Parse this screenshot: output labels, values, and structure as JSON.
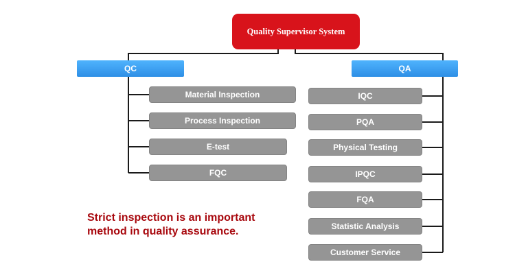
{
  "root": {
    "label": "Quality Supervisor System"
  },
  "qc": {
    "label": "QC",
    "items": [
      "Material Inspection",
      "Process Inspection",
      "E-test",
      "FQC"
    ]
  },
  "qa": {
    "label": "QA",
    "items": [
      "IQC",
      "PQA",
      "Physical Testing",
      "IPQC",
      "FQA",
      "Statistic Analysis",
      "Customer Service"
    ]
  },
  "note": {
    "line1": "Strict inspection is an important",
    "line2": "method in quality assurance."
  },
  "colors": {
    "root_fill": "#d8131b",
    "category_fill": "#3a9cf1",
    "item_fill": "#959595",
    "connector": "#1a1a1a",
    "note_text": "#a8080e"
  }
}
